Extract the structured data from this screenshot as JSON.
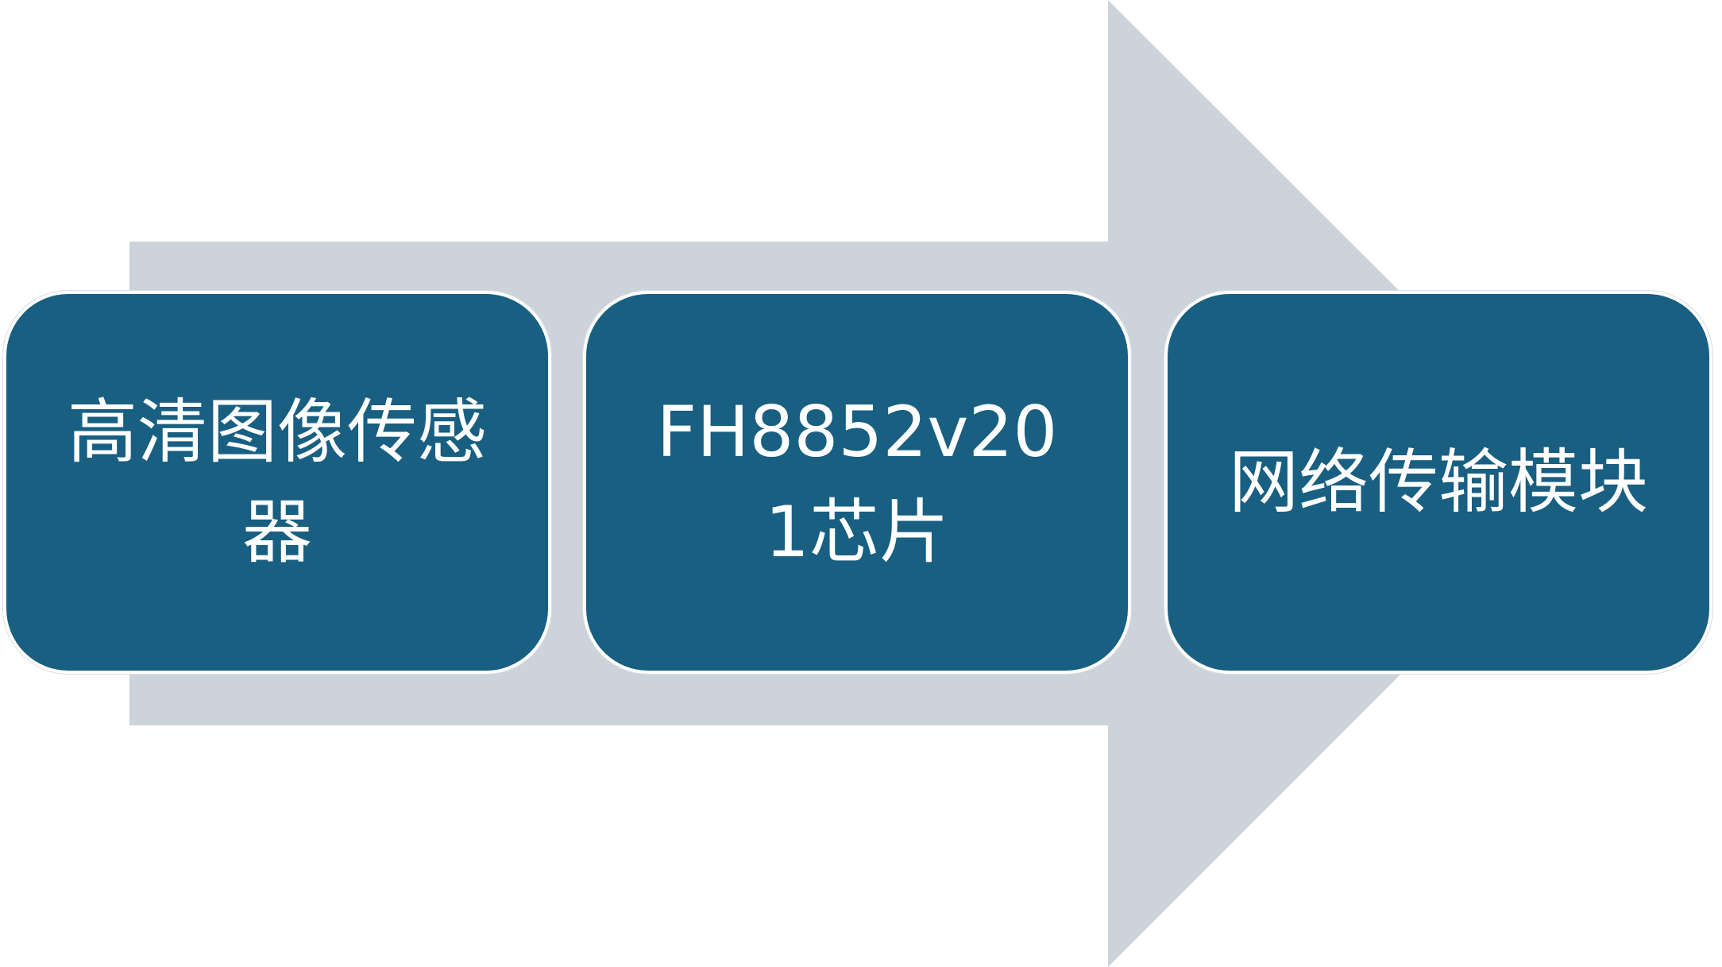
{
  "colors": {
    "arrow": "#cdd3da",
    "box": "#185f81",
    "text": "#ffffff"
  },
  "steps": [
    {
      "label": "高清图像传感器"
    },
    {
      "label": "FH8852v201芯片"
    },
    {
      "label": "网络传输模块"
    }
  ]
}
